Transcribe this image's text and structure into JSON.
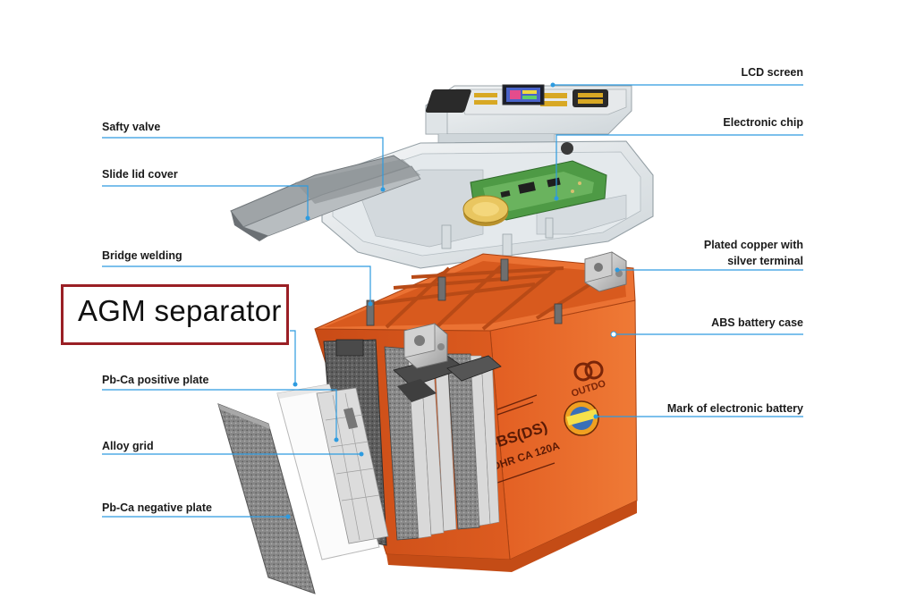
{
  "labels": {
    "lcd_screen": "LCD screen",
    "electronic_chip": "Electronic chip",
    "safty_valve": "Safty valve",
    "slide_lid_cover": "Slide lid cover",
    "bridge_welding": "Bridge welding",
    "plated_copper_line1": "Plated copper with",
    "plated_copper_line2": "silver terminal",
    "abs_battery_case": "ABS battery case",
    "pb_ca_positive_plate": "Pb-Ca positive plate",
    "mark_of_electronic_battery": "Mark of electronic battery",
    "alloy_grid": "Alloy grid",
    "pb_ca_negative_plate": "Pb-Ca negative plate"
  },
  "highlight": {
    "text": "AGM separator"
  },
  "battery_print": {
    "brand": "OUTDO",
    "model": "-BS(DS)",
    "spec": "DHR  CA 120A"
  },
  "colors": {
    "leader": "#2d9be0",
    "case_orange": "#e8682a",
    "highlight_border": "#9a1f25"
  }
}
